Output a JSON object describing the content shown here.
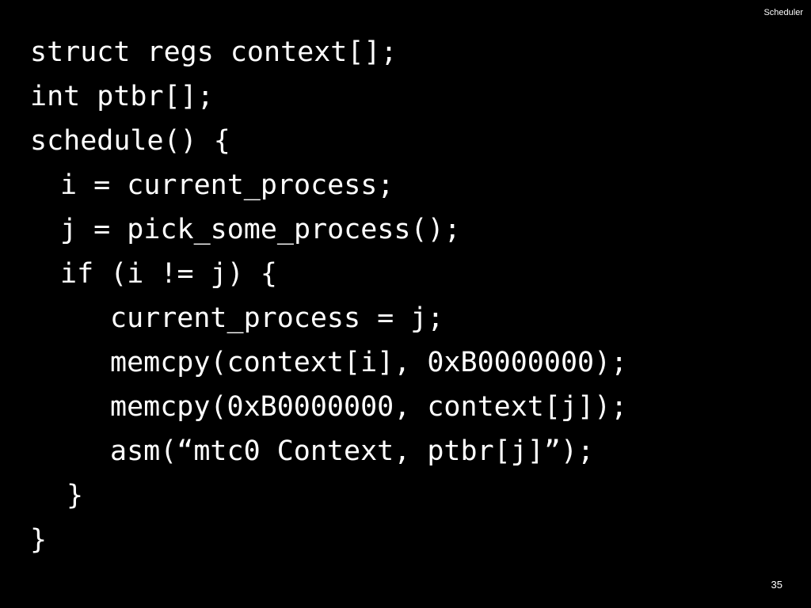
{
  "slide": {
    "header_title": "Scheduler",
    "page_number": "35",
    "code_lines": [
      "struct regs context[];",
      "int ptbr[];",
      "schedule() {",
      "i = current_process;",
      "j = pick_some_process();",
      "if (i != j) {",
      "current_process = j;",
      "memcpy(context[i], 0xB0000000);",
      "memcpy(0xB0000000, context[j]);",
      "asm(“mtc0 Context, ptbr[j]”);",
      "}",
      "}"
    ]
  },
  "colors": {
    "background": "#000000",
    "text": "#ffffff"
  }
}
